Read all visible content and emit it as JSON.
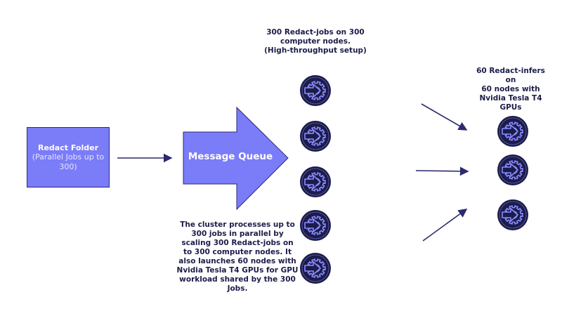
{
  "folder": {
    "title": "Redact Folder",
    "subtitle": "(Parallel Jobs up to\n300)"
  },
  "queue": {
    "label": "Message Queue"
  },
  "notes": {
    "jobs": "300 Redact-jobs on 300\ncomputer nodes.\n(High-throughput setup)",
    "infers": "60 Redact-infers on\n60 nodes with\nNvidia Tesla T4\nGPUs",
    "cluster": "The cluster processes up to\n300 jobs in parallel by\nscaling 300 Redact-jobs on\nto 300 computer nodes. It\nalso launches 60 nodes with\nNvidia Tesla T4 GPUs for GPU\nworkload shared by the 300\nJobs."
  },
  "colors": {
    "box_fill": "#7b7cf8",
    "node_fill": "#1c1c4a",
    "node_accent": "#8a8cff",
    "text": "#1c1c4a"
  },
  "icons": {
    "job_node": "gear-arrow-icon",
    "infer_node": "gear-arrow-icon"
  }
}
